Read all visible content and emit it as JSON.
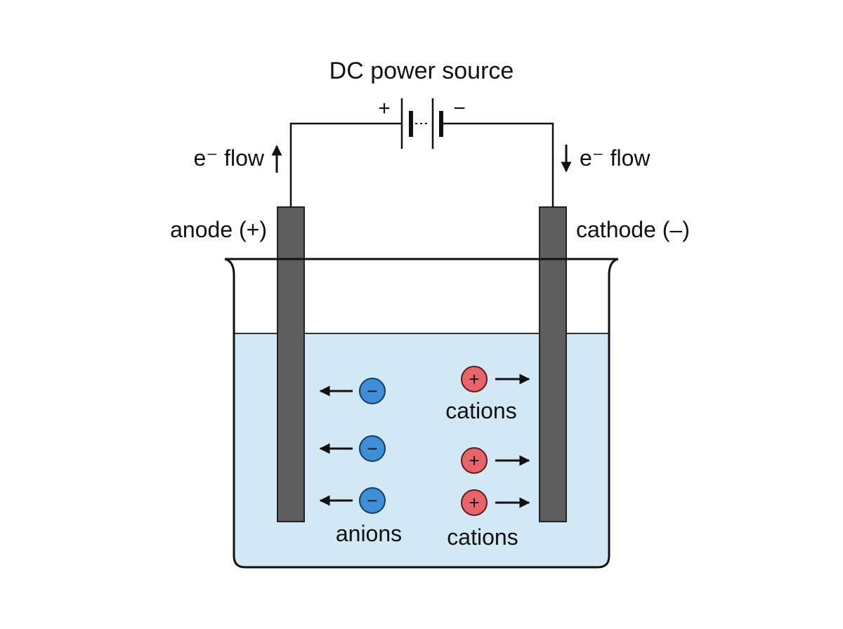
{
  "labels": {
    "power_source": "DC power source",
    "battery_plus": "+",
    "battery_minus": "−",
    "left_flow": "e⁻ flow",
    "right_flow": "e⁻ flow",
    "anode": "anode (+)",
    "cathode": "cathode (–)",
    "cations_top": "cations",
    "cations_bottom": "cations",
    "anions": "anions"
  },
  "ions": {
    "anion_sign": "−",
    "cation_sign": "+"
  },
  "colors": {
    "electrode": "#5e5e5e",
    "solution": "#d3e8f5",
    "anion": "#3f8fd8",
    "cation": "#e8646b",
    "wire": "#111111"
  }
}
